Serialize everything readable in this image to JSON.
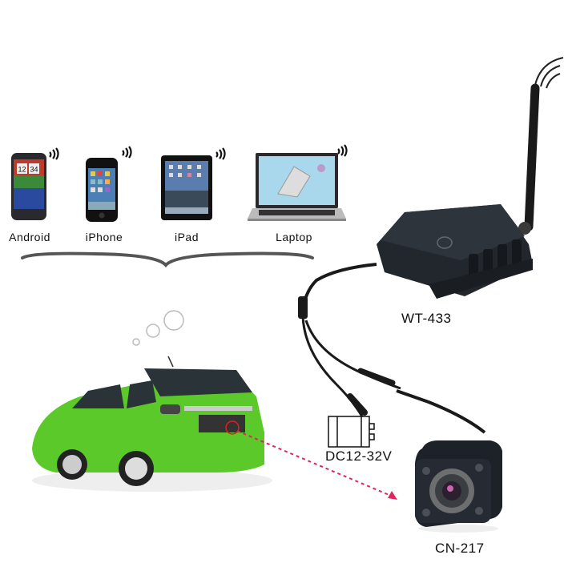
{
  "devices": [
    {
      "id": "android",
      "label": "Android",
      "icon": "android-phone-icon",
      "clock": "12|34"
    },
    {
      "id": "iphone",
      "label": "iPhone",
      "icon": "iphone-icon"
    },
    {
      "id": "ipad",
      "label": "iPad",
      "icon": "ipad-icon"
    },
    {
      "id": "laptop",
      "label": "Laptop",
      "icon": "laptop-icon"
    }
  ],
  "transmitter": {
    "model": "WT-433",
    "icon": "wireless-transmitter-icon"
  },
  "camera": {
    "model": "CN-217",
    "icon": "backup-camera-icon"
  },
  "power": {
    "label": "DC12-32V",
    "icon": "power-connector-icon"
  },
  "car": {
    "icon": "green-hatchback-car-icon"
  },
  "colors": {
    "arrow": "#e0245e",
    "car": "#5cc92a",
    "device": "#1b1f24",
    "text": "#111111"
  }
}
